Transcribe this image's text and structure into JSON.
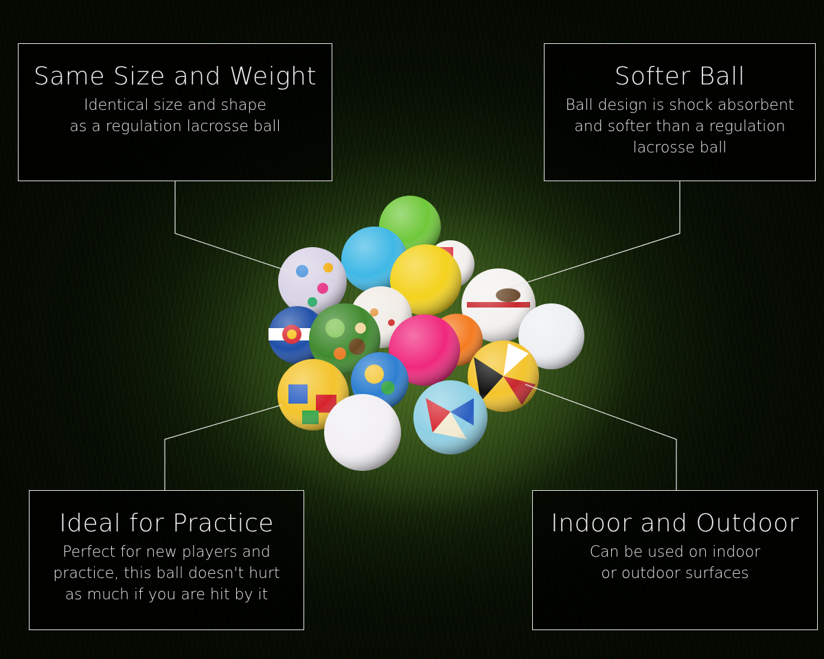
{
  "callouts": {
    "size_weight": {
      "title": "Same Size and Weight",
      "body": [
        "Identical size and shape",
        "as a regulation lacrosse ball"
      ]
    },
    "softer": {
      "title": "Softer Ball",
      "body": [
        "Ball design is shock absorbent",
        "and softer than a regulation",
        "lacrosse ball"
      ]
    },
    "practice": {
      "title": "Ideal for Practice",
      "body": [
        "Perfect for new players and",
        "practice, this ball doesn't hurt",
        "as much if you are hit by it"
      ]
    },
    "indoor_outdoor": {
      "title": "Indoor and Outdoor",
      "body": [
        "Can be used on indoor",
        "or outdoor surfaces"
      ]
    }
  },
  "colors": {
    "line": "#e8e8e8",
    "box_bg": "rgba(0,0,0,0.72)",
    "text": "#f2f2f2"
  }
}
